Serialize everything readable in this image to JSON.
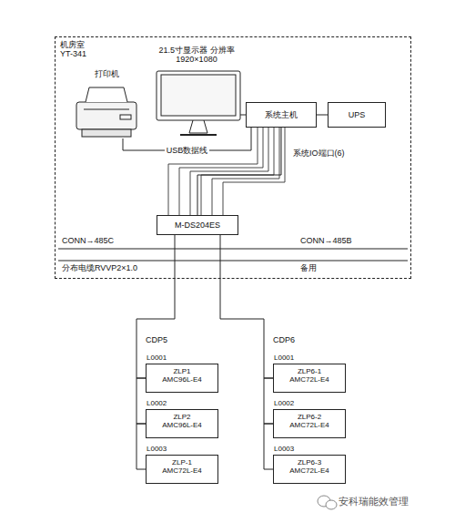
{
  "diagram": {
    "nodes": [
      {
        "text": [
          "机房室",
          "YT-341"
        ]
      },
      {
        "text": [
          "打印机"
        ],
        "in": 0
      },
      {
        "text": [
          "21.5寸显示器 分辨率1920×1080"
        ],
        "in": 0
      },
      {
        "text": [
          "系统主机"
        ],
        "in": 0
      },
      {
        "text": [
          "UPS"
        ],
        "in": 0
      },
      {
        "text": [
          "M-DS204ES"
        ],
        "in": 0
      },
      {
        "text": [
          "L0001",
          "ZLP1",
          "AMC96L-E4"
        ]
      },
      {
        "text": [
          "L0002",
          "ZLP2",
          "AMC96L-E4"
        ]
      },
      {
        "text": [
          "L0003",
          "ZLP-1",
          "AMC72L-E4"
        ]
      },
      {
        "text": [
          "L0001",
          "ZLP6-1",
          "AMC72L-E4"
        ]
      },
      {
        "text": [
          "L0002",
          "ZLP6-2",
          "AMC72L-E4"
        ]
      },
      {
        "text": [
          "L0003",
          "ZLP6-3",
          "AMC72L-E4"
        ]
      }
    ],
    "edges": [
      {
        "from": 1,
        "to": 3,
        "arrow": "none",
        "label": "USB数据线"
      },
      {
        "from": 2,
        "to": 3,
        "arrow": "none"
      },
      {
        "from": 3,
        "to": 4,
        "arrow": "none"
      },
      {
        "from": 3,
        "to": 5,
        "arrow": "none"
      },
      {
        "from": 5,
        "to": 6,
        "arrow": "none"
      },
      {
        "from": 6,
        "to": 7,
        "arrow": "none"
      },
      {
        "from": 7,
        "to": 8,
        "arrow": "none"
      },
      {
        "from": 5,
        "to": 9,
        "arrow": "none"
      },
      {
        "from": 9,
        "to": 10,
        "arrow": "none"
      },
      {
        "from": 10,
        "to": 11,
        "arrow": "none"
      }
    ],
    "labels": [
      "系统IO端口(6)",
      "CONN→485C",
      "CONN→485B",
      "分布电缆RVVP2×1.0",
      "备用",
      "CDP5",
      "CDP6",
      "安科瑞能效管理"
    ]
  }
}
